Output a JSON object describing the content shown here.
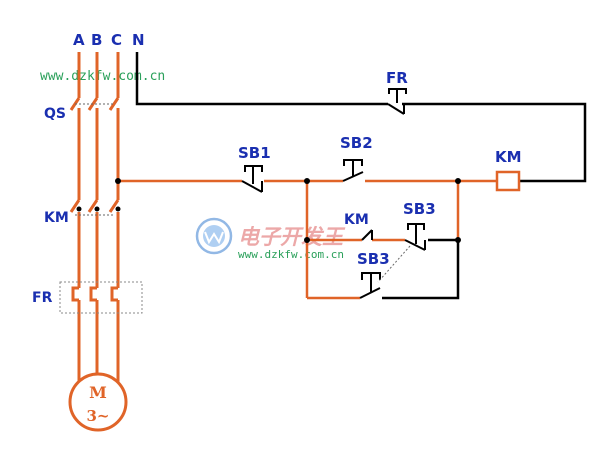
{
  "phases": {
    "a": "A",
    "b": "B",
    "c": "C",
    "n": "N"
  },
  "watermark": {
    "url_top": "www.dzkfw.com.cn",
    "url_mid": "www.dzkfw.com.cn",
    "cn_text": "电子开发王"
  },
  "labels": {
    "qs": "QS",
    "km_main": "KM",
    "fr_main": "FR",
    "fr_ctrl": "FR",
    "sb1": "SB1",
    "sb2": "SB2",
    "km_coil": "KM",
    "km_aux": "KM",
    "sb3_top": "SB3",
    "sb3_bottom": "SB3"
  },
  "motor": {
    "letter": "M",
    "phase": "3~"
  },
  "colors": {
    "wire": "#e06428",
    "neutral": "#000000",
    "label": "#1a2fb0",
    "watermark_green": "#2aa05a",
    "watermark_red": "#e07070"
  }
}
